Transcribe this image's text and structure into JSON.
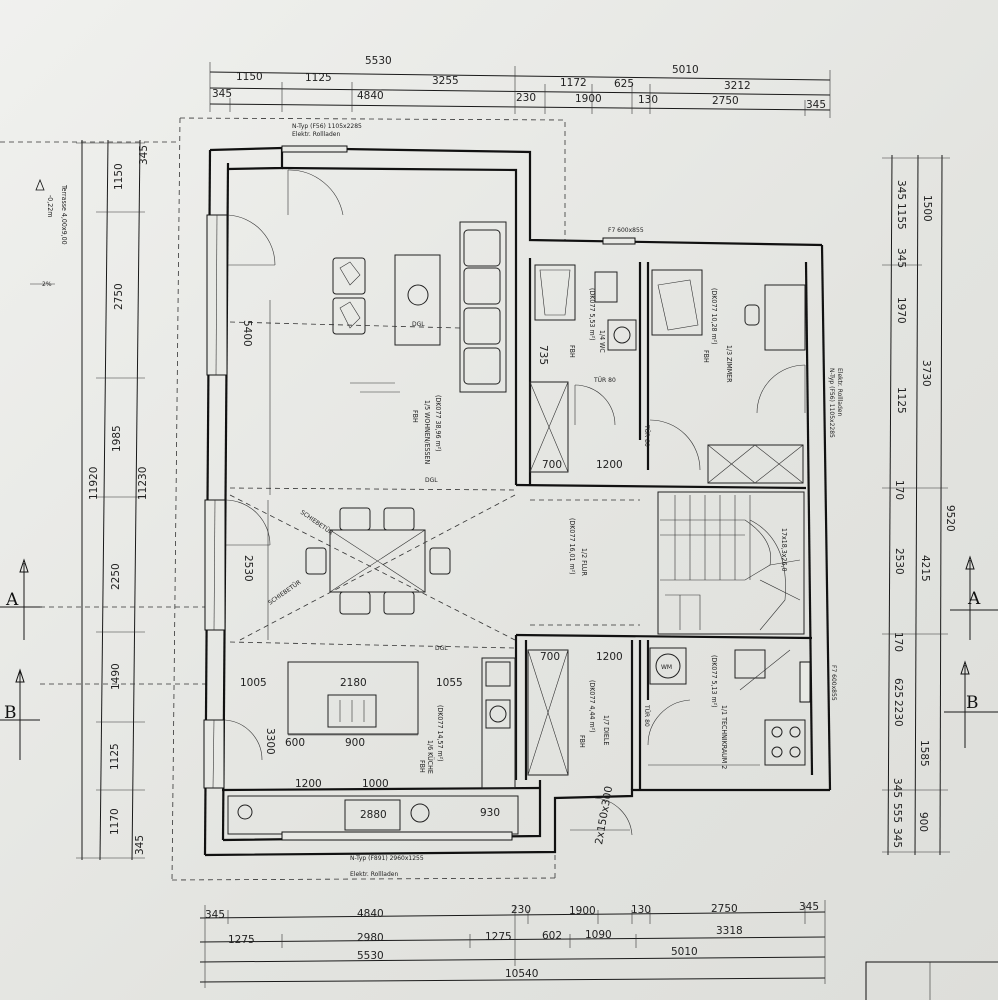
{
  "dims": {
    "top": [
      [
        "5530",
        "5010"
      ],
      [
        "1150",
        "1125",
        "3255",
        "1172",
        "625",
        "3212"
      ],
      [
        "345",
        "4840",
        "230",
        "1900",
        "130",
        "2750",
        "345"
      ]
    ],
    "bottom": [
      [
        "345",
        "4840",
        "230",
        "1900",
        "130",
        "2750",
        "345"
      ],
      [
        "1275",
        "2980",
        "1275",
        "602",
        "1090",
        "3318"
      ],
      [
        "5530",
        "5010"
      ],
      [
        "10540"
      ]
    ],
    "left": [
      [
        "11920"
      ],
      [
        "1150",
        "2750",
        "1985",
        "2250",
        "1490",
        "1125",
        "1170"
      ],
      [
        "345",
        "11230",
        "345"
      ]
    ],
    "right": [
      [
        "345",
        "1155",
        "345",
        "1970",
        "1125",
        "170",
        "2530",
        "170",
        "625",
        "2230",
        "345",
        "555",
        "345"
      ],
      [
        "1500",
        "3730",
        "4215",
        "1585",
        "900"
      ],
      [
        "9520"
      ]
    ]
  },
  "section_marks": [
    "A",
    "A",
    "B",
    "B"
  ],
  "rooms": {
    "wohnen": "1/5  WOHNEN/ESSEN",
    "wohnen_area": "(DK077 38,96 m²)",
    "kueche": "1/6  KÜCHE",
    "kueche_area": "(DK077 14,57 m²)",
    "flur": "1/2  FLUR",
    "flur_area": "(DK077 16,01 m²)",
    "zimmer": "1/3  ZIMMER",
    "zimmer_area": "(DK077 10,28 m²)",
    "bad": "1/4  WC",
    "bad_area": "(DK077 5,53 m²)",
    "diele": "1/7  DIELE",
    "diele_area": "(DK077 4,44 m²)",
    "technik": "1/1  TECHNIKRAUM 2",
    "technik_area": "(DK077 5,13 m²)",
    "fbh": "FBH",
    "dgl": "DGL",
    "stair": "17x18,3x26,0",
    "tuer80": "TÜR 80"
  },
  "labels": {
    "terrasse": "Terrasse  4,00x9,00",
    "terrasse_level": "-0,22m",
    "slope": "2%",
    "window_top": "N-Typ (F56)  1105x2285",
    "window_top2": "Elektr. Rollladen",
    "window_bottom": "N-Typ (F891)  2960x1255",
    "window_bottom2": "Elektr. Rollladen",
    "window_f7": "F7  600x855",
    "window_f7b": "F7  600x855",
    "door_span": "2x150x300",
    "schiebe": "SCHIEBETÜR",
    "dim_5400": "5400",
    "dim_2530": "2530",
    "dim_3300": "3300",
    "dim_2180": "2180",
    "dim_2880": "2880",
    "dim_700a": "700",
    "dim_1200a": "1200",
    "dim_700b": "700",
    "dim_1200b": "1200",
    "dim_1005": "1005",
    "dim_1055": "1055",
    "dim_1200c": "1200",
    "dim_1000": "1000",
    "dim_900": "900",
    "dim_600": "600",
    "dim_930": "930",
    "dim_735": "735",
    "wm": "WM"
  }
}
